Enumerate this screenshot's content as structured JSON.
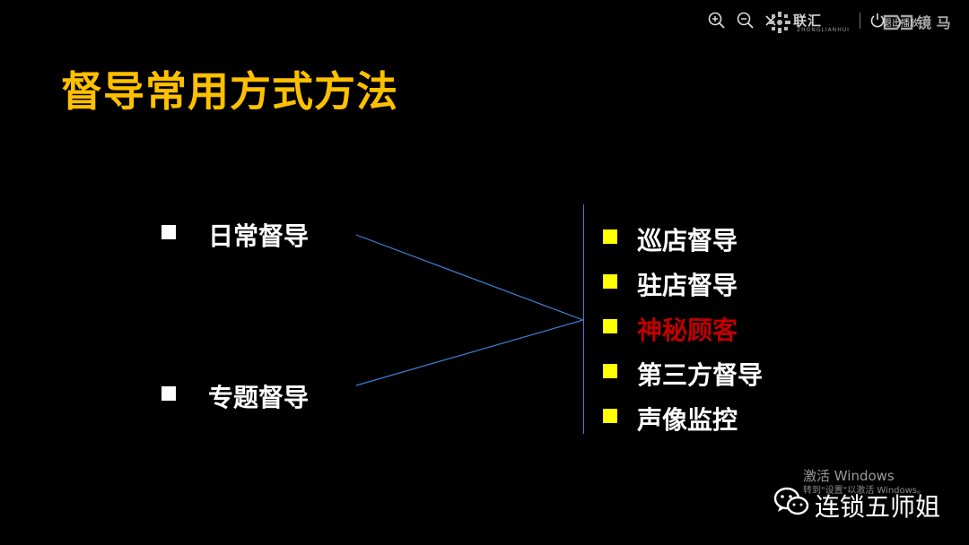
{
  "toolbar": {
    "icons": [
      "zoom-in-icon",
      "zoom-out-icon",
      "close-icon",
      "power-icon"
    ],
    "brand_left_name": "联汇",
    "brand_left_sub": "ZHONGLIANHUI",
    "exit_label": "退出播放",
    "brand_right_name": "镜 马"
  },
  "slide": {
    "title": "督导常用方式方法",
    "left_items": [
      {
        "label": "日常督导"
      },
      {
        "label": "专题督导"
      }
    ],
    "right_items": [
      {
        "label": "巡店督导",
        "color": "#ffffff"
      },
      {
        "label": "驻店督导",
        "color": "#ffffff"
      },
      {
        "label": "神秘顾客",
        "color": "#c00000"
      },
      {
        "label": "第三方督导",
        "color": "#ffffff"
      },
      {
        "label": "声像监控",
        "color": "#ffffff"
      }
    ],
    "colors": {
      "background": "#000000",
      "title": "#ffc000",
      "left_bullet": "#ffffff",
      "right_bullet": "#ffff00",
      "connector": "#3d7fd6",
      "highlight": "#c00000"
    }
  },
  "watermark": {
    "activate_title": "激活 Windows",
    "activate_sub": "转到\"设置\"以激活 Windows。",
    "account_name": "连锁五师姐"
  }
}
